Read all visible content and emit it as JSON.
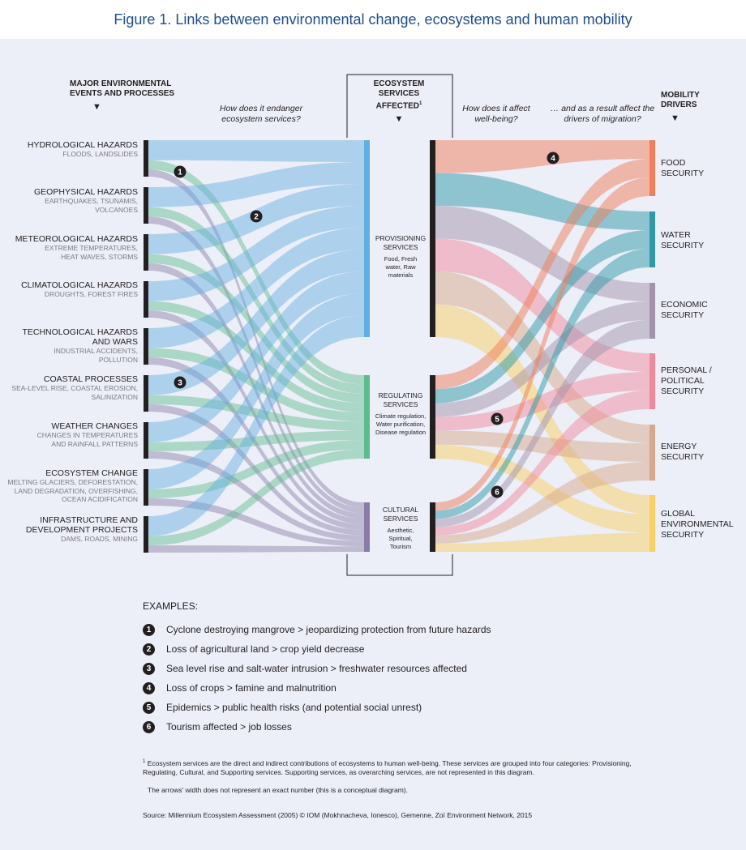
{
  "title": "Figure 1. Links between environmental change, ecosystems and human mobility",
  "headers": {
    "events": "MAJOR ENVIRONMENTAL EVENTS AND PROCESSES",
    "ecosystem": "ECOSYSTEM SERVICES AFFECTED",
    "ecosystem_sup": "1",
    "mobility": "MOBILITY DRIVERS",
    "q_endanger": "How does it endanger ecosystem services?",
    "q_wellbeing": "How does it affect well-being?",
    "q_drivers": "… and as a result affect the drivers of migration?",
    "arrow": "▼"
  },
  "events": [
    {
      "title": "HYDROLOGICAL HAZARDS",
      "sub": "FLOODS, LANDSLIDES"
    },
    {
      "title": "GEOPHYSICAL HAZARDS",
      "sub": "EARTHQUAKES, TSUNAMIS, VOLCANOES"
    },
    {
      "title": "METEOROLOGICAL HAZARDS",
      "sub": "EXTREME TEMPERATURES, HEAT WAVES, STORMS"
    },
    {
      "title": "CLIMATOLOGICAL HAZARDS",
      "sub": "DROUGHTS, FOREST FIRES"
    },
    {
      "title": "TECHNOLOGICAL HAZARDS AND WARS",
      "sub": "INDUSTRIAL ACCIDENTS, POLLUTION"
    },
    {
      "title": "COASTAL PROCESSES",
      "sub": "SEA-LEVEL RISE, COASTAL EROSION, SALINIZATION"
    },
    {
      "title": "WEATHER CHANGES",
      "sub": "CHANGES IN TEMPERATURES AND RAINFALL PATTERNS"
    },
    {
      "title": "ECOSYSTEM CHANGE",
      "sub": "MELTING GLACIERS, DEFORESTATION, LAND DEGRADATION, OVERFISHING, OCEAN ACIDIFICATION"
    },
    {
      "title": "INFRASTRUCTURE AND DEVELOPMENT PROJECTS",
      "sub": "DAMS, ROADS, MINING"
    }
  ],
  "services": [
    {
      "title": "PROVISIONING SERVICES",
      "sub": "Food, Fresh water, Raw materials",
      "color": "#62aee0"
    },
    {
      "title": "REGULATING SERVICES",
      "sub": "Climate regulation, Water purification, Disease regulation",
      "color": "#5dba8c"
    },
    {
      "title": "CULTURAL SERVICES",
      "sub": "Aesthetic, Spiritual, Tourism",
      "color": "#8a7ca6"
    }
  ],
  "drivers": [
    {
      "title": "FOOD SECURITY",
      "color": "#f07e5a"
    },
    {
      "title": "WATER SECURITY",
      "color": "#2e9aa8"
    },
    {
      "title": "ECONOMIC SECURITY",
      "color": "#a394ac"
    },
    {
      "title": "PERSONAL / POLITICAL SECURITY",
      "color": "#ef8a9c"
    },
    {
      "title": "ENERGY SECURITY",
      "color": "#d7a98a"
    },
    {
      "title": "GLOBAL ENVIRONMENTAL SECURITY",
      "color": "#f7cf62"
    }
  ],
  "markers": [
    "1",
    "2",
    "3",
    "4",
    "5",
    "6"
  ],
  "examples_title": "EXAMPLES:",
  "examples": [
    {
      "num": "1",
      "text": "Cyclone destroying mangrove > jeopardizing protection from future hazards"
    },
    {
      "num": "2",
      "text": "Loss of agricultural land > crop yield decrease"
    },
    {
      "num": "3",
      "text": "Sea level rise and salt-water intrusion > freshwater resources affected"
    },
    {
      "num": "4",
      "text": "Loss of crops > famine and malnutrition"
    },
    {
      "num": "5",
      "text": "Epidemics > public health risks (and potential social unrest)"
    },
    {
      "num": "6",
      "text": "Tourism affected > job losses"
    }
  ],
  "footnote": {
    "sup": "1",
    "text": "Ecosystem services are the direct and indirect contributions of ecosystems to human well-being. These services are grouped into four categories: Provisioning, Regulating, Cultural, and Supporting services. Supporting services, as overarching services, are not represented in this diagram.",
    "note": "The arrows' width does not represent an exact number (this is a conceptual diagram).",
    "source": "Source: Millennium Ecosystem Assessment (2005) © IOM (Mokhnacheva, Ionesco), Gemenne, Zoï Environment Network, 2015"
  },
  "colors": {
    "title": "#1f4e8c",
    "background": "#eceef8",
    "provisioning": "#62aee0",
    "regulating": "#5dba8c",
    "cultural": "#8a7ca6"
  }
}
